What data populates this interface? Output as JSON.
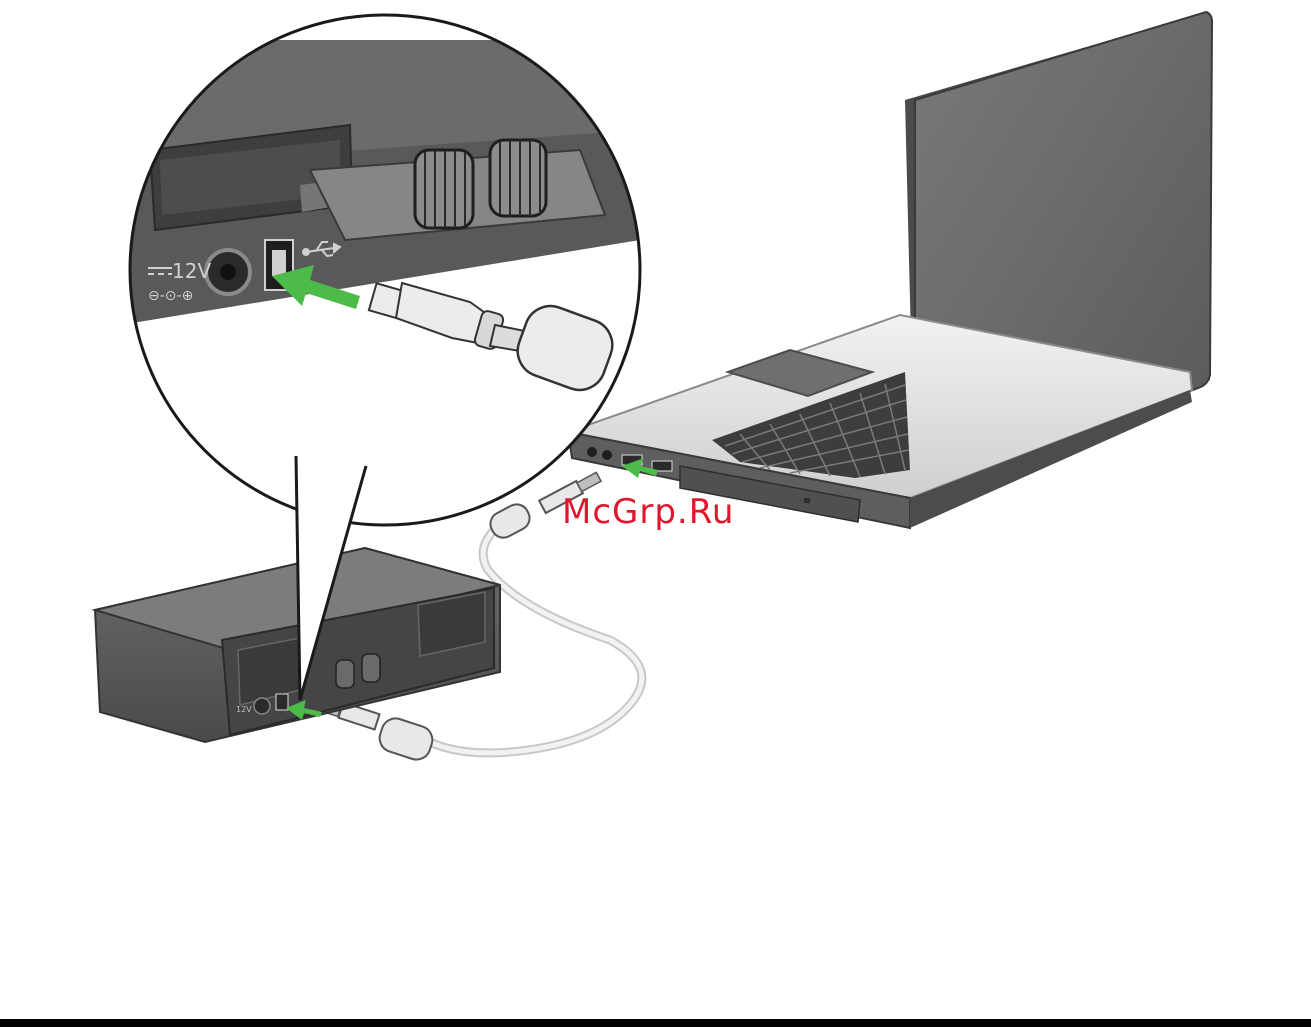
{
  "callout": {
    "voltage_label": "12V",
    "polarity_symbol": "⊖-⊙-⊕",
    "usb_symbol": "usb-icon"
  },
  "scanner": {
    "voltage_label": "12V"
  },
  "watermark": "McGrp.Ru",
  "colors": {
    "arrow": "#4dbb48",
    "device_body": "#5b5b5d",
    "laptop_lid": "#6a6a6c",
    "cable": "#d8d8d8",
    "watermark": "#e0172d"
  }
}
